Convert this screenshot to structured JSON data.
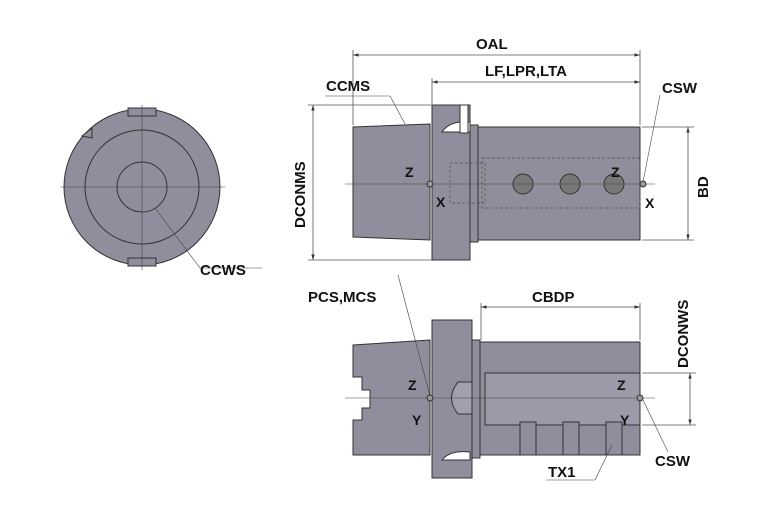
{
  "labels": {
    "oal": "OAL",
    "lf": "LF,LPR,LTA",
    "ccms": "CCMS",
    "csw_top": "CSW",
    "dconms": "DCONMS",
    "bd": "BD",
    "ccws": "CCWS",
    "pcs_mcs": "PCS,MCS",
    "cbdp": "CBDP",
    "dconws": "DCONWS",
    "csw_bottom": "CSW",
    "tx1": "TX1"
  },
  "axes": {
    "z": "Z",
    "x": "X",
    "y": "Y"
  },
  "colors": {
    "body": "#8e8e9c",
    "outline": "#333333"
  }
}
